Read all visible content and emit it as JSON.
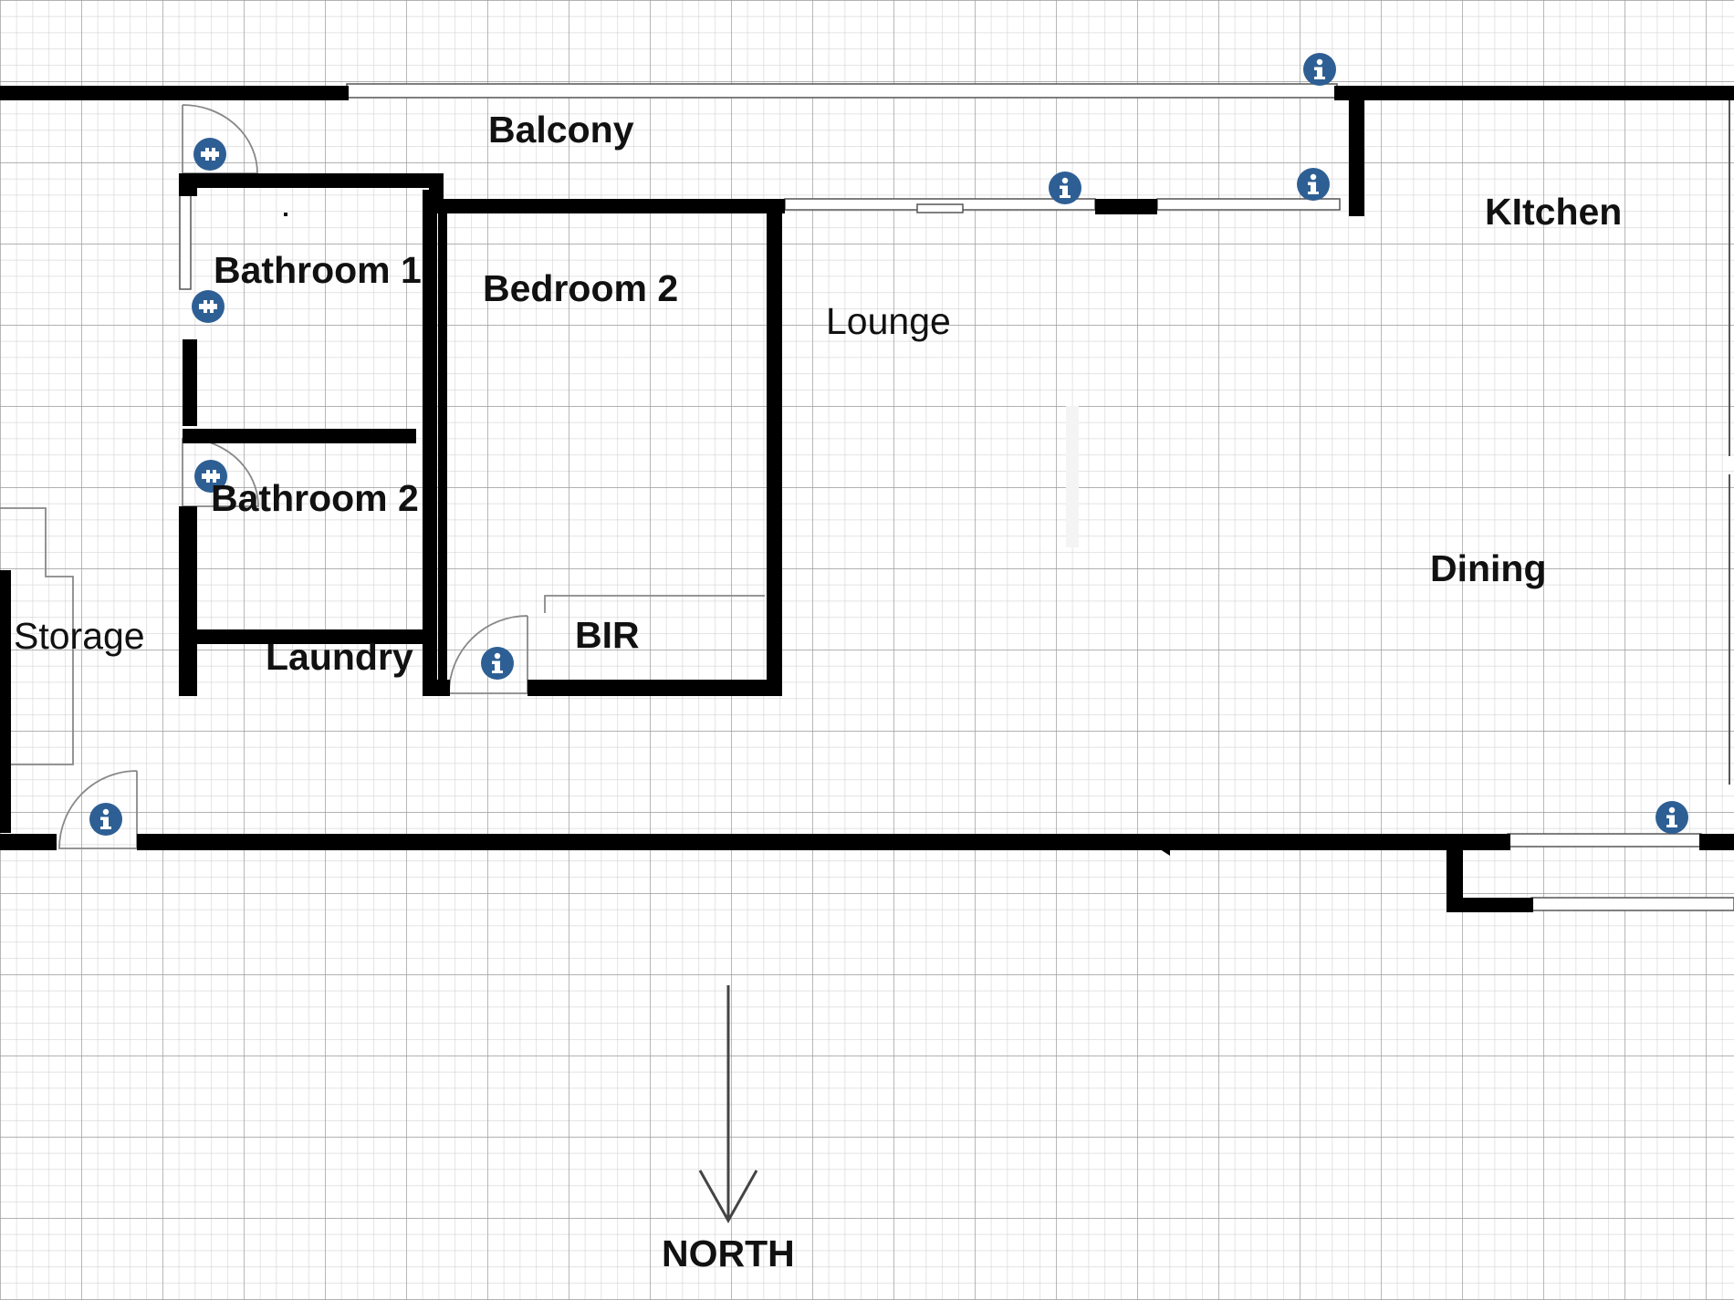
{
  "rooms": {
    "balcony": "Balcony",
    "kitchen": "KItchen",
    "bathroom1": "Bathroom 1",
    "bedroom2": "Bedroom 2",
    "lounge": "Lounge",
    "bathroom2": "Bathroom 2",
    "dining": "Dining",
    "storage": "Storage",
    "laundry": "Laundry",
    "bir": "BIR"
  },
  "compass": {
    "label": "NORTH"
  },
  "icons": {
    "info": "info-icon",
    "door_handle": "door-handle-icon"
  },
  "colors": {
    "wall": "#000000",
    "grid_minor": "#d2d2d2",
    "grid_major": "#9c9c9c",
    "icon_fill": "#2e5f94",
    "background": "#ffffff"
  }
}
